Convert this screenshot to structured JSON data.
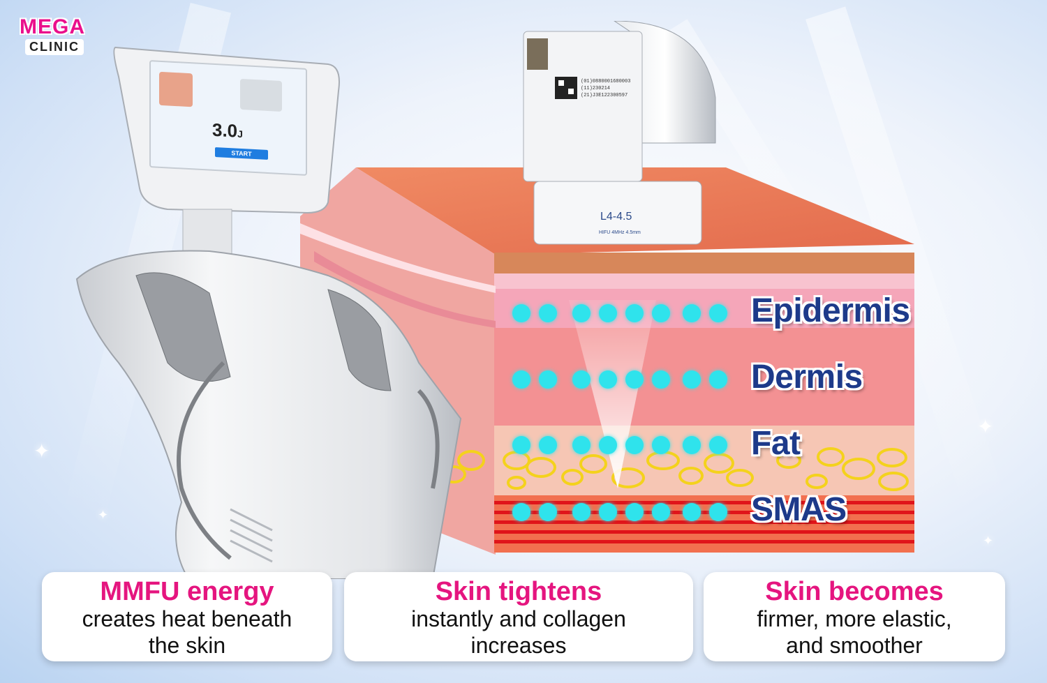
{
  "brand": {
    "line1": "MEGA",
    "line2": "CLINIC"
  },
  "device": {
    "screen_value": "3.0",
    "screen_unit": "J",
    "start_label": "START",
    "cartridge_code": "L4-4.5",
    "cartridge_sub": "HIFU 4MHz 4.5mm",
    "cartridge_barcode_lines": [
      "(01)0880001680003",
      "(11)230214",
      "(21)J3E122300597"
    ]
  },
  "layers": [
    "Epidermis",
    "Dermis",
    "Fat",
    "SMAS"
  ],
  "cards": [
    {
      "title": "MMFU energy",
      "line1": "creates heat beneath",
      "line2": "the skin"
    },
    {
      "title": "Skin tightens",
      "line1": "instantly and collagen",
      "line2": "increases"
    },
    {
      "title": "Skin becomes",
      "line1": "firmer, more elastic,",
      "line2": "and smoother"
    }
  ],
  "colors": {
    "brand_pink": "#ea0f8c",
    "label_blue": "#1d3a8a",
    "dot_cyan": "#2fe3ec",
    "card_title": "#e5157f"
  }
}
